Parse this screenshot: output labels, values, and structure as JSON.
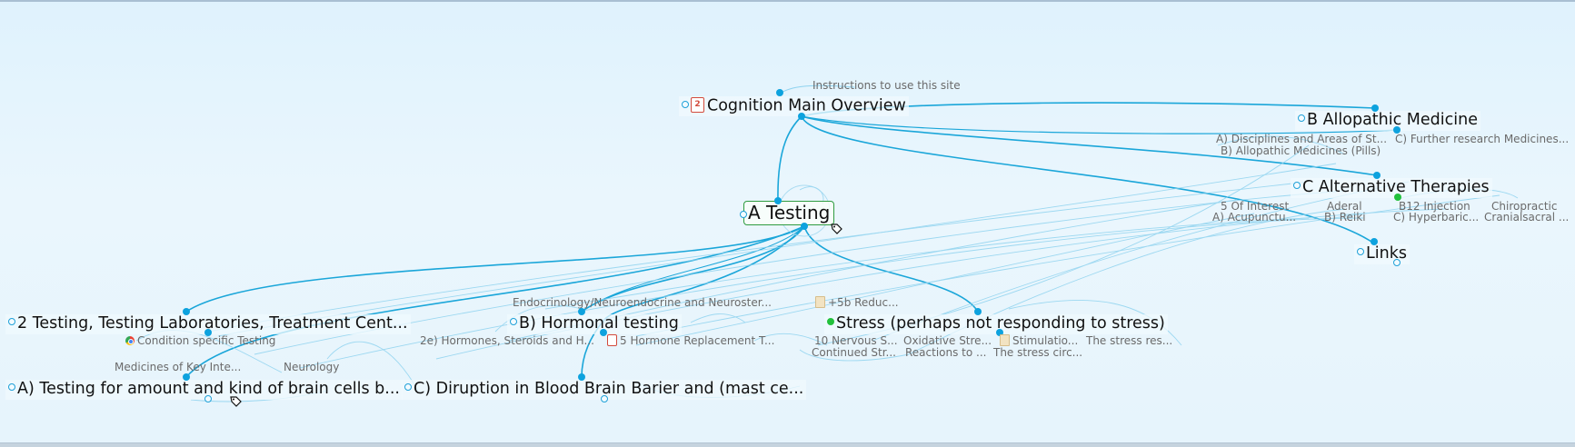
{
  "colors": {
    "link": "#1aa6d9",
    "link_faint": "#8fd3ef",
    "active_border": "#2e9b3f",
    "gate_green": "#22c13c"
  },
  "brain": {
    "active_thought": "A Testing",
    "parents": [
      {
        "label": "Cognition Main Overview",
        "icon": "pdf-icon",
        "icon_text": "2"
      }
    ],
    "parent_children": [
      {
        "label": "Instructions to use this site"
      }
    ],
    "jumps": [
      {
        "label": "B Allopathic Medicine"
      },
      {
        "label": "C Alternative Therapies"
      },
      {
        "label": "Links"
      }
    ],
    "allopathic_children": [
      {
        "label": "A) Disciplines and Areas of St..."
      },
      {
        "label": "B) Allopathic Medicines (Pills)"
      },
      {
        "label": "C) Further research Medicines..."
      }
    ],
    "alternative_children": [
      {
        "label": "5 Of Interest"
      },
      {
        "label": "A) Acupunctu..."
      },
      {
        "label": "Aderal"
      },
      {
        "label": "B) Reiki"
      },
      {
        "label": "B12 Injection"
      },
      {
        "label": "C) Hyperbaric..."
      },
      {
        "label": "Chiropractic"
      },
      {
        "label": "Cranialsacral ..."
      }
    ],
    "children": [
      {
        "label": "2 Testing, Testing Laboratories, Treatment Cent..."
      },
      {
        "label": "B) Hormonal testing"
      },
      {
        "label": "Stress (perhaps not responding to stress)"
      },
      {
        "label": "A) Testing for amount and kind of brain cells b..."
      },
      {
        "label": "C) Diruption in Blood Brain Barier and (mast ce..."
      }
    ],
    "testing_lab_children": [
      {
        "label": "Condition specific Testing",
        "icon": "chrome-icon"
      }
    ],
    "brain_cells_siblings": [
      {
        "label": "Medicines of Key Inte..."
      },
      {
        "label": "Neurology"
      }
    ],
    "hormonal_children": [
      {
        "label": "Endocrinology/Neuroendocrine and Neuroster..."
      },
      {
        "label": "2e) Hormones, Steroids and H..."
      },
      {
        "label": "5 Hormone Replacement T...",
        "icon": "pdf-icon"
      }
    ],
    "stress_children": [
      {
        "label": "+5b Reduc...",
        "icon": "doc-icon"
      },
      {
        "label": "10 Nervous S..."
      },
      {
        "label": "Continued Str..."
      },
      {
        "label": "Oxidative Stre..."
      },
      {
        "label": "Reactions to ..."
      },
      {
        "label": "Stimulatio...",
        "icon": "doc-icon"
      },
      {
        "label": "The stress circ..."
      },
      {
        "label": "The stress res..."
      }
    ]
  }
}
